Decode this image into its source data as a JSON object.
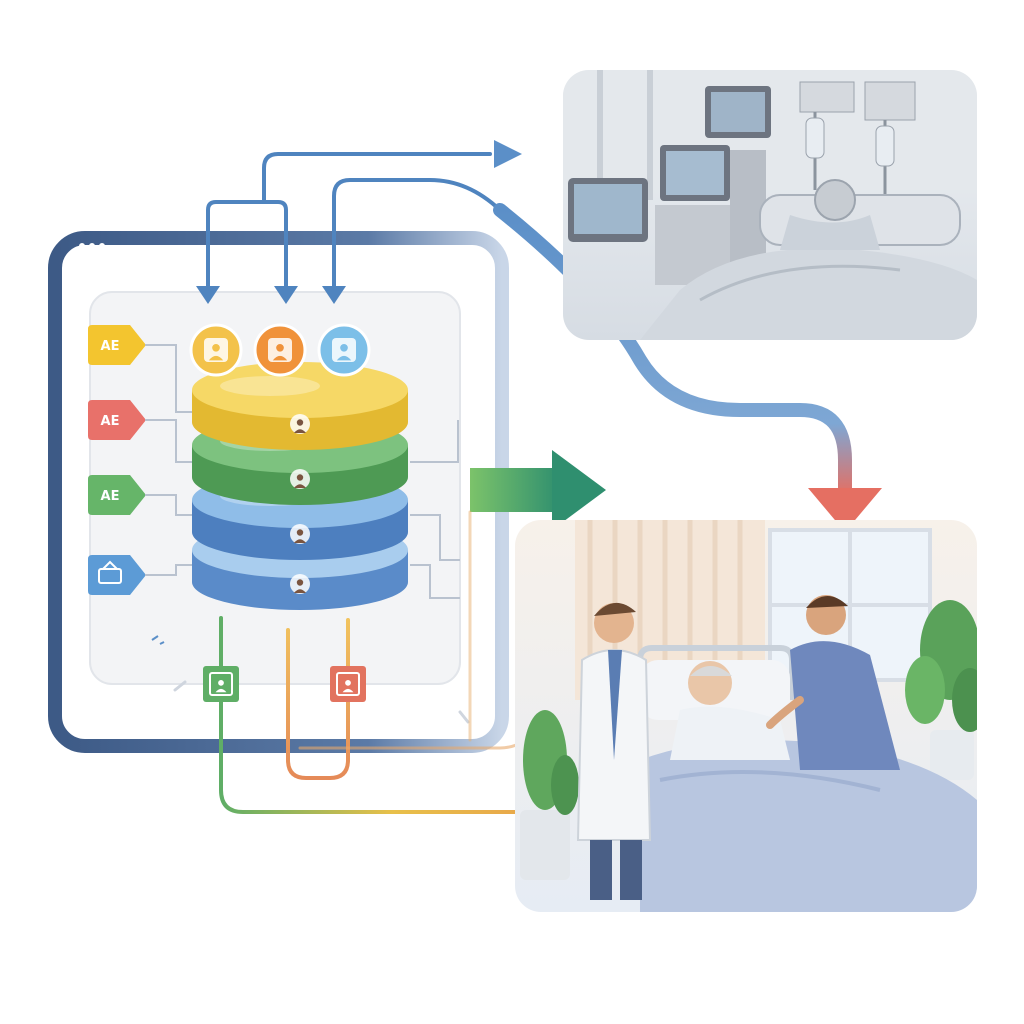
{
  "window": {
    "dots": 3
  },
  "tags": [
    {
      "label": "AE",
      "color": "#f3c52f",
      "text_color": "#7a5a10"
    },
    {
      "label": "AE",
      "color": "#e8716a",
      "text_color": "#ffffff"
    },
    {
      "label": "AE",
      "color": "#66b569",
      "text_color": "#ffffff"
    },
    {
      "label": "",
      "icon": "tray-icon",
      "color": "#5c9bd6",
      "text_color": "#ffffff"
    }
  ],
  "layers": [
    {
      "name": "yellow",
      "color": "#f6d866",
      "dark": "#e3b931"
    },
    {
      "name": "green",
      "color": "#7dc27f",
      "dark": "#4e9a54"
    },
    {
      "name": "blue",
      "color": "#8fbde8",
      "dark": "#4d7fbf"
    },
    {
      "name": "lightblue",
      "color": "#a9cdee",
      "dark": "#5a8bc9"
    }
  ],
  "avatars": [
    {
      "icon": "person-icon",
      "color": "#f3c24a"
    },
    {
      "icon": "person-icon",
      "color": "#f0923a"
    },
    {
      "icon": "person-icon",
      "color": "#7cbfe8"
    }
  ],
  "bottom_badges": [
    {
      "icon": "person-icon",
      "color": "#5fae66"
    },
    {
      "icon": "person-icon",
      "color": "#e2735f"
    }
  ],
  "scenes": [
    {
      "name": "icu-room",
      "description_icon": "hospital-bed-monitors-icon"
    },
    {
      "name": "ward-room",
      "description_icon": "doctor-patient-icon"
    }
  ],
  "colors": {
    "frame": "#3d5a86",
    "arrow_blue": "#5b8fc8",
    "arrow_red": "#e56f62",
    "arrow_green": "#3f9a6d",
    "line_yellow": "#e8b84a"
  }
}
